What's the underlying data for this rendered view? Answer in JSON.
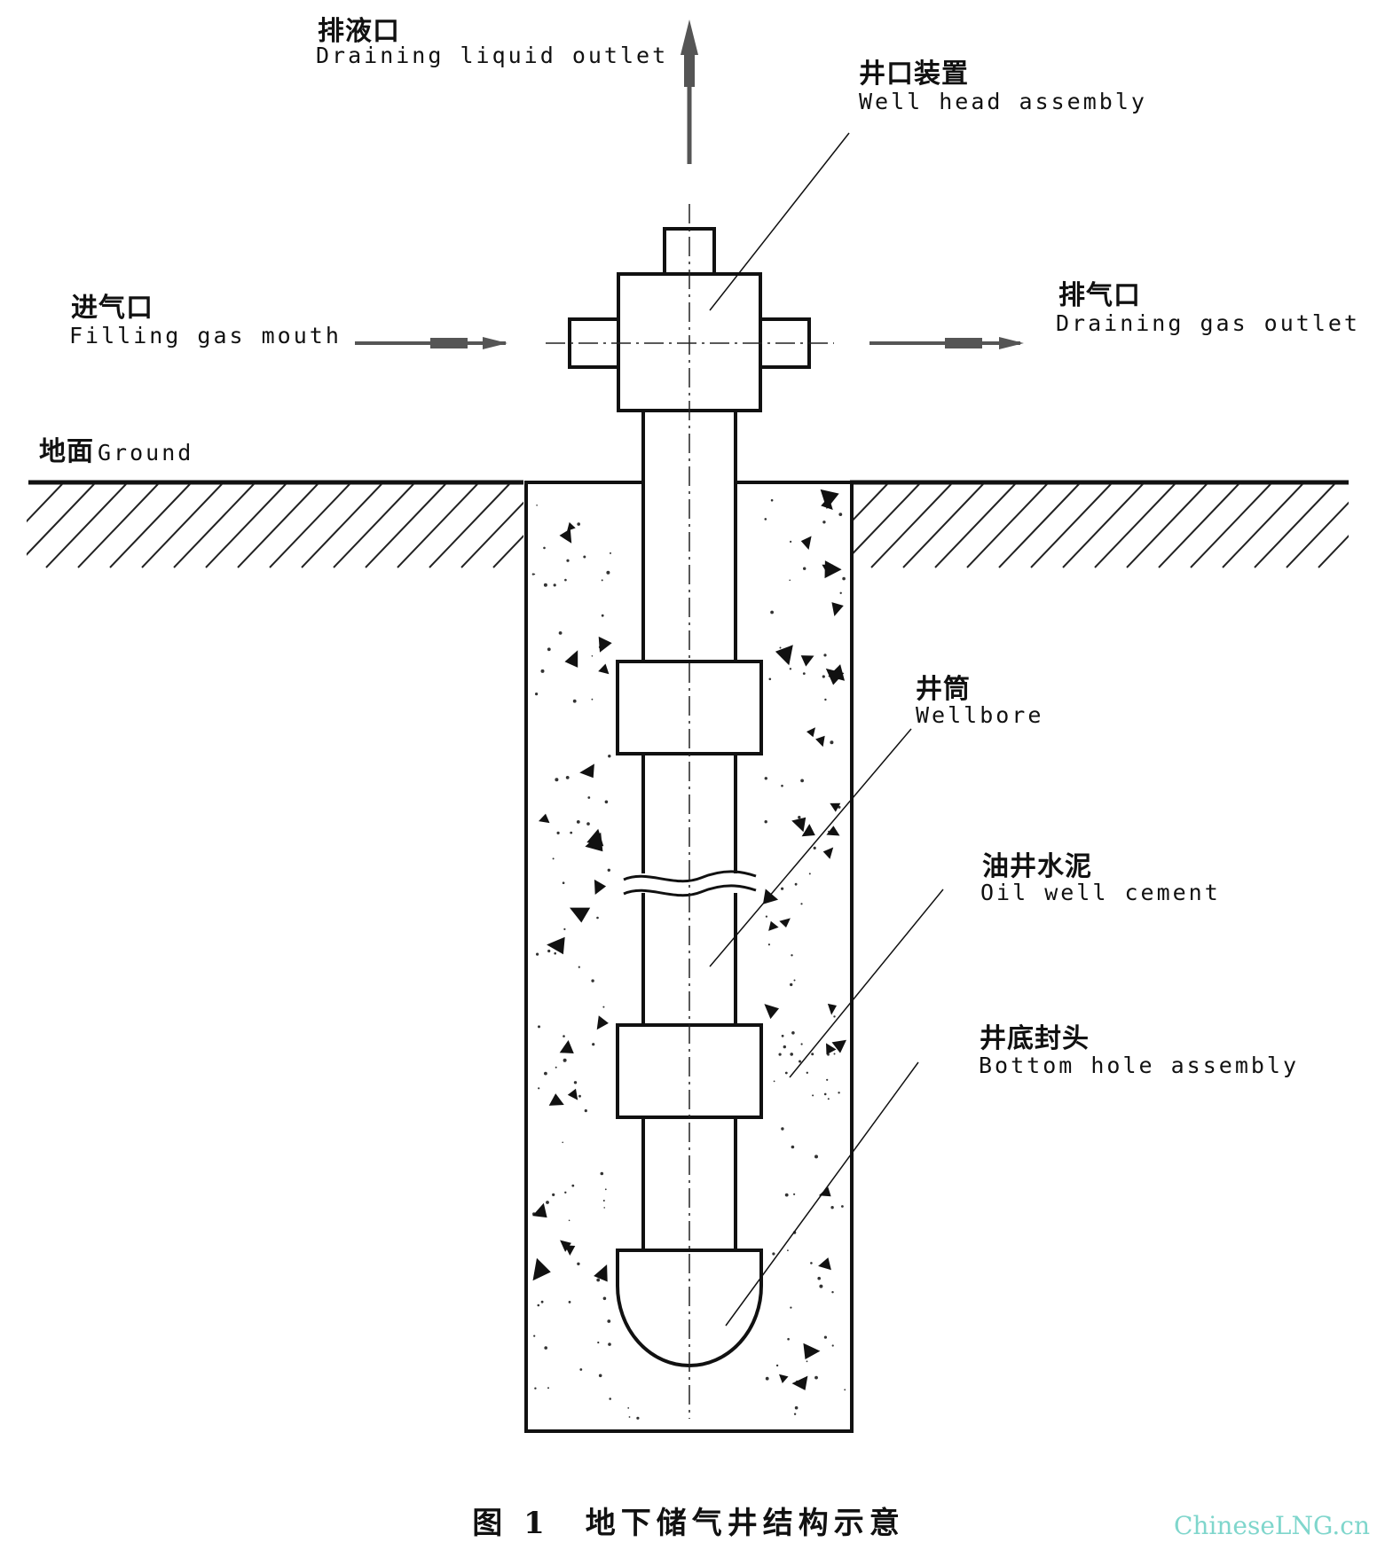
{
  "labels": {
    "draining_liquid_cn": "排液口",
    "draining_liquid_en": "Draining liquid outlet",
    "wellhead_cn": "井口装置",
    "wellhead_en": "Well head assembly",
    "filling_gas_cn": "进气口",
    "filling_gas_en": "Filling gas mouth",
    "draining_gas_cn": "排气口",
    "draining_gas_en": "Draining gas outlet",
    "ground_cn": "地面",
    "ground_en": "Ground",
    "wellbore_cn": "井筒",
    "wellbore_en": "Wellbore",
    "cement_cn": "油井水泥",
    "cement_en": "Oil well cement",
    "bottom_cn": "井底封头",
    "bottom_en": "Bottom hole assembly"
  },
  "caption": "图 1　地下储气井结构示意",
  "watermark": "ChineseLNG.cn",
  "colors": {
    "line": "#111111",
    "arrow": "#555555",
    "watermark": "#7fd6cc"
  }
}
